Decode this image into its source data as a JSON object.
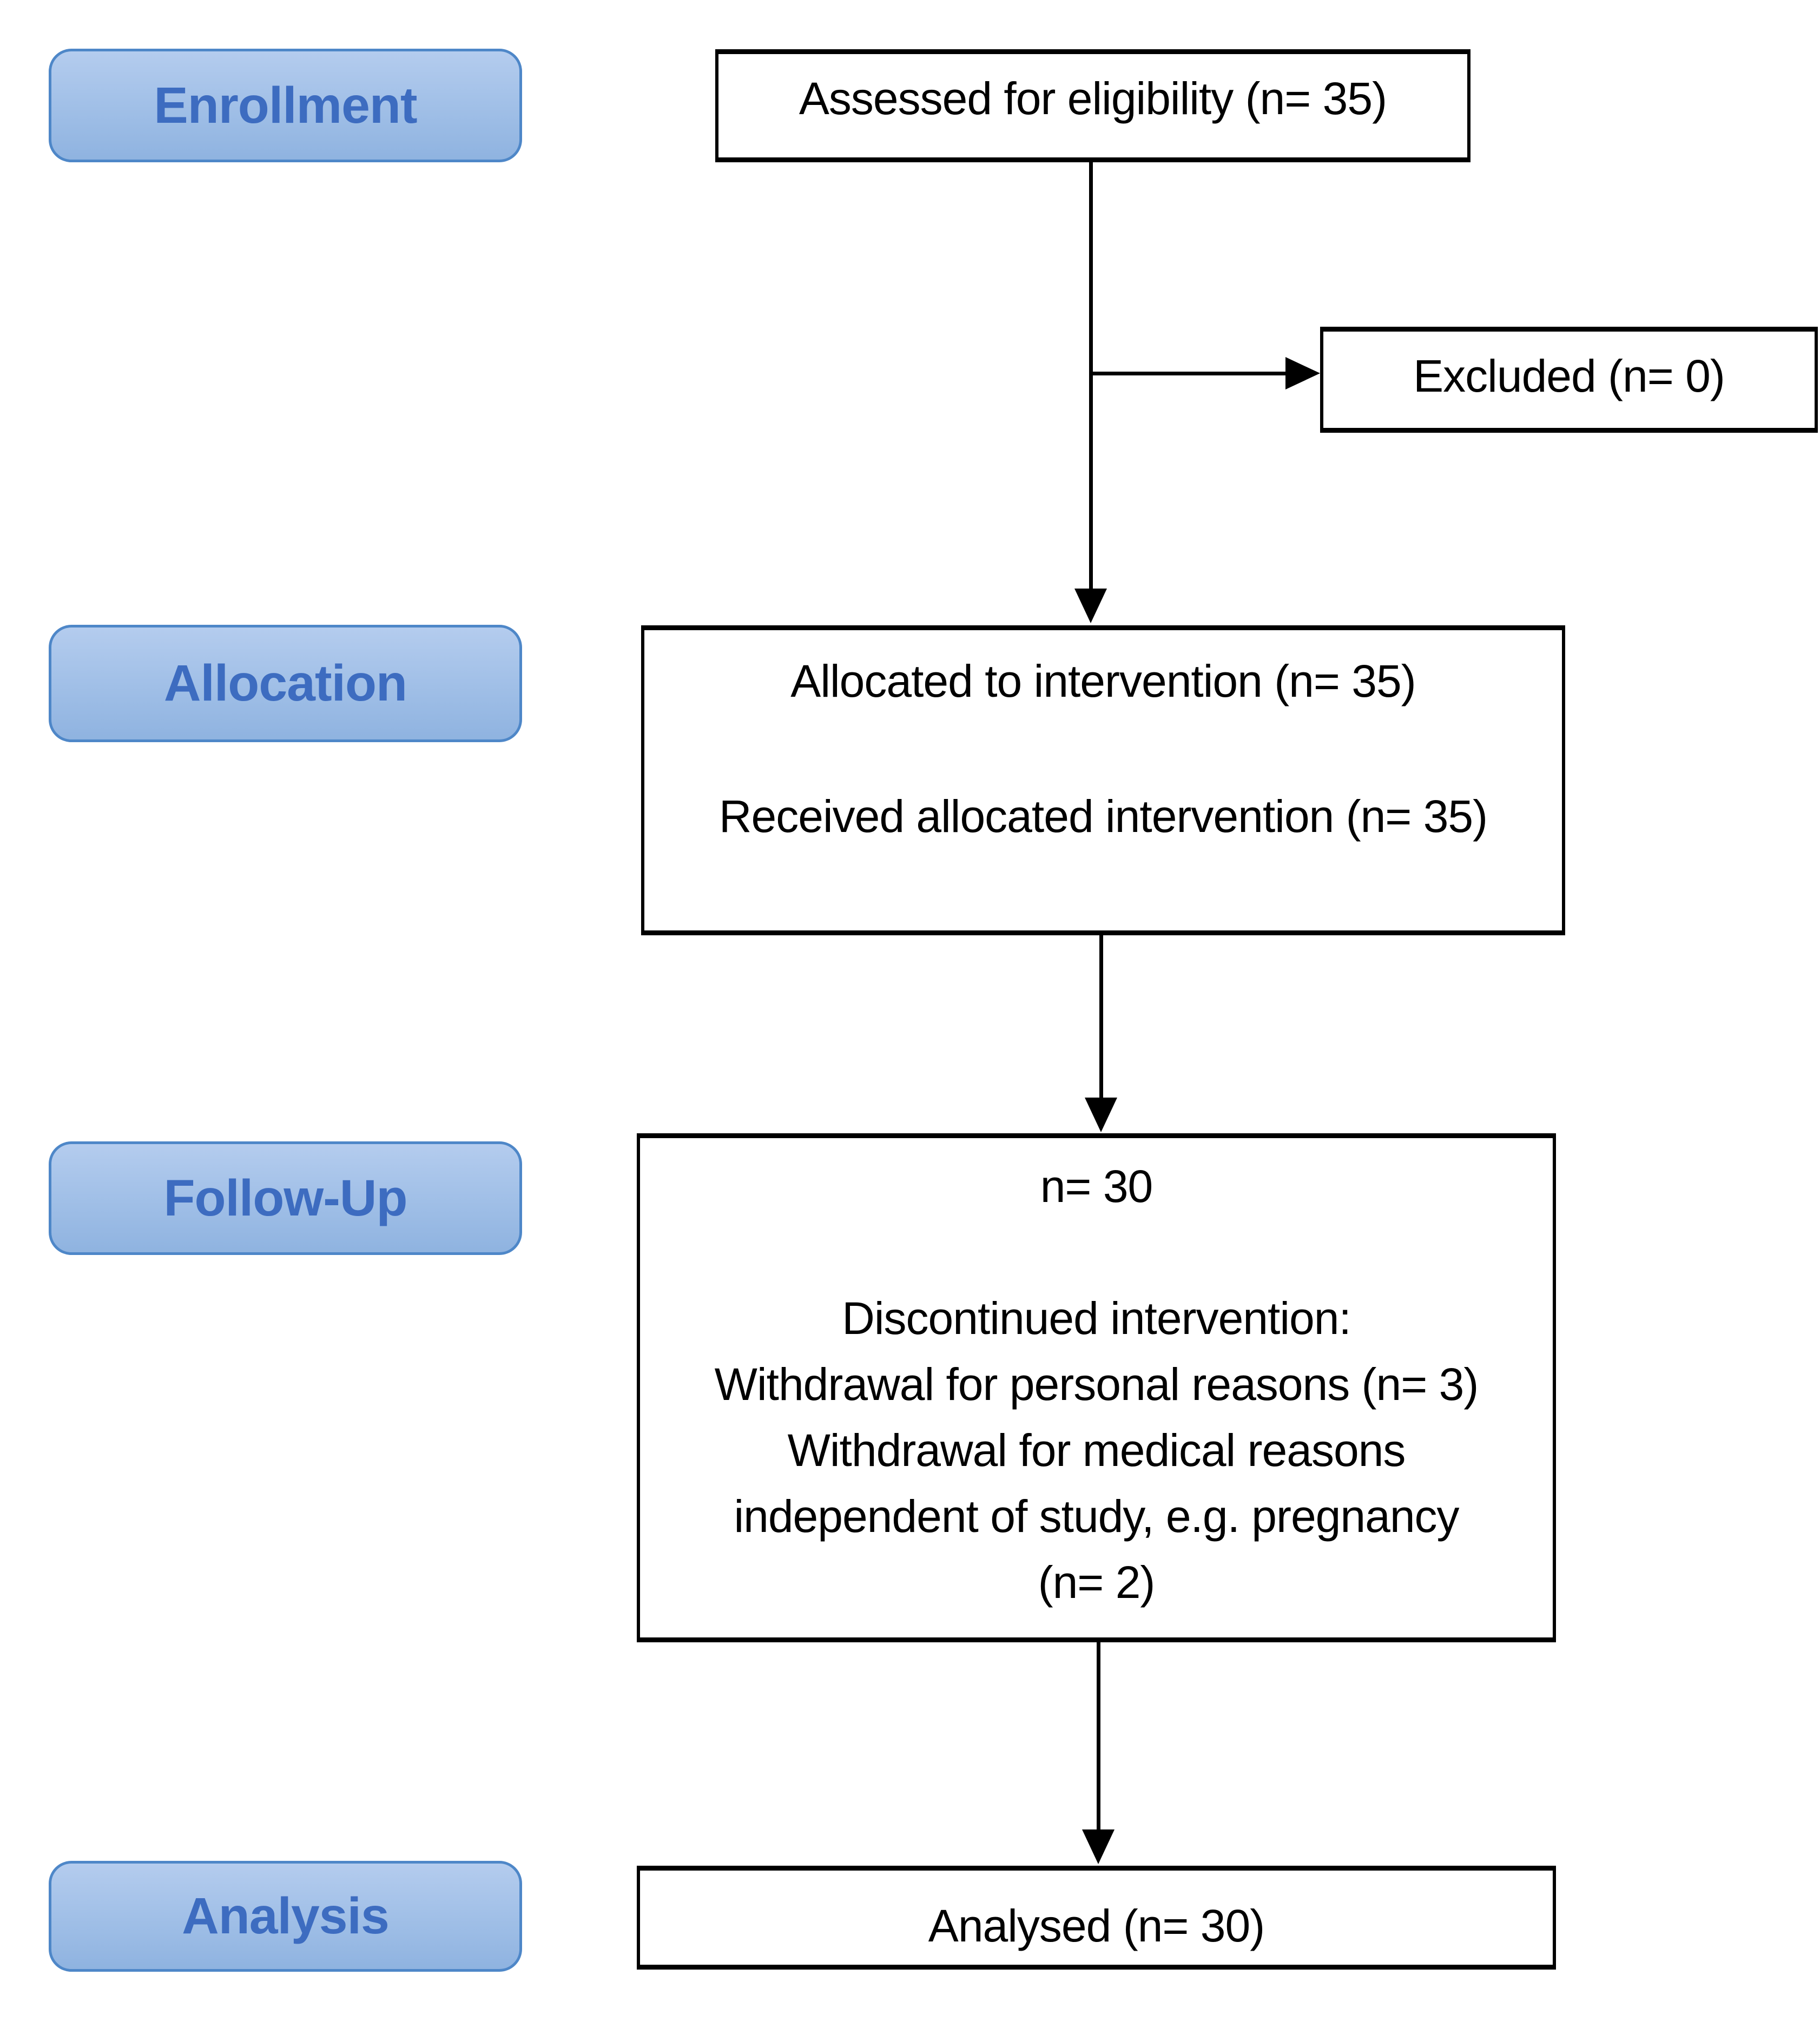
{
  "diagram": {
    "kind": "consort-flow",
    "stages": [
      {
        "id": "enrollment",
        "label": "Enrollment"
      },
      {
        "id": "allocation",
        "label": "Allocation"
      },
      {
        "id": "followup",
        "label": "Follow-Up"
      },
      {
        "id": "analysis",
        "label": "Analysis"
      }
    ],
    "boxes": {
      "assessed": {
        "lines": [
          "Assessed for eligibility (n= 35)"
        ]
      },
      "excluded": {
        "lines": [
          "Excluded (n= 0)"
        ]
      },
      "allocated": {
        "lines": [
          "Allocated to intervention (n= 35)",
          "",
          "Received allocated intervention (n= 35)"
        ]
      },
      "followup": {
        "lines": [
          "n= 30",
          "",
          "Discontinued intervention:",
          "Withdrawal for personal reasons (n= 3)",
          "Withdrawal for medical reasons",
          "independent of study, e.g. pregnancy",
          "(n= 2)"
        ]
      },
      "analysed": {
        "lines": [
          "Analysed (n= 30)"
        ]
      }
    },
    "counts": {
      "assessed": 35,
      "excluded": 0,
      "allocated": 35,
      "received_allocation": 35,
      "followed_up": 30,
      "withdrawal_personal": 3,
      "withdrawal_medical": 2,
      "analysed": 30
    },
    "colors": {
      "stage_fill_top": "#b4ccee",
      "stage_fill_bottom": "#8fb3e0",
      "stage_border": "#4e87c8",
      "stage_text": "#3d6cc0",
      "box_border": "#000000",
      "box_text": "#000000",
      "arrow": "#000000",
      "background": "#ffffff"
    }
  }
}
